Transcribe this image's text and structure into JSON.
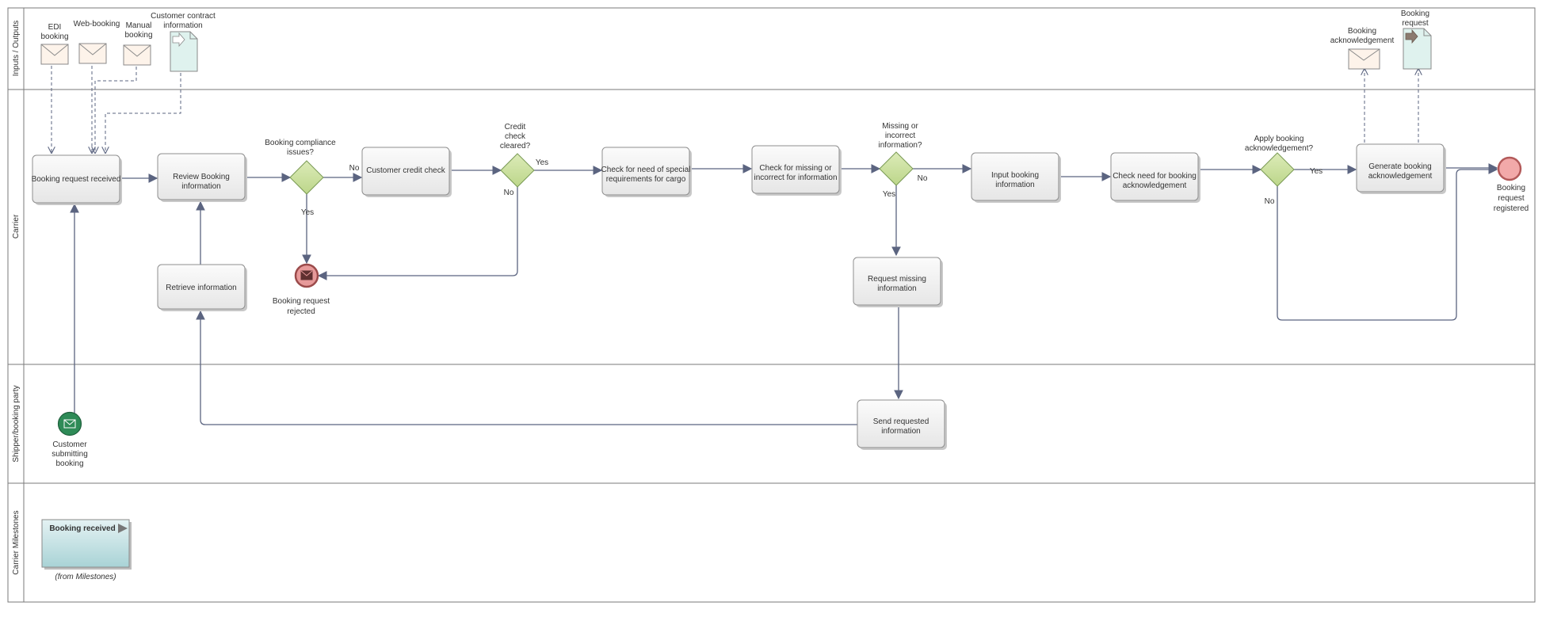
{
  "lanes": {
    "io": "Inputs / Outputs",
    "carrier": "Carrier",
    "shipper": "Shipper/booking party",
    "milestones": "Carrier Milestones"
  },
  "inputs": {
    "edi": [
      "EDI",
      "booking"
    ],
    "web": [
      "Web-booking"
    ],
    "manual": [
      "Manual",
      "booking"
    ],
    "contract": [
      "Customer contract",
      "information"
    ]
  },
  "outputs": {
    "ack": [
      "Booking",
      "acknowledgement"
    ],
    "request": [
      "Booking",
      "request"
    ]
  },
  "tasks": {
    "received": [
      "Booking request received"
    ],
    "review": [
      "Review Booking",
      "information"
    ],
    "retrieve": [
      "Retrieve information"
    ],
    "credit": [
      "Customer credit check"
    ],
    "special": [
      "Check for need of special",
      "requirements for cargo"
    ],
    "missing": [
      "Check for missing or",
      "incorrect for information"
    ],
    "input": [
      "Input booking",
      "information"
    ],
    "need_ack": [
      "Check need for booking",
      "acknowledgement"
    ],
    "generate": [
      "Generate booking",
      "acknowledgement"
    ],
    "request_missing": [
      "Request missing",
      "information"
    ],
    "send": [
      "Send requested",
      "information"
    ]
  },
  "gateways": {
    "compliance": [
      "Booking compliance",
      "issues?"
    ],
    "credit": [
      "Credit",
      "check",
      "cleared?"
    ],
    "missing": [
      "Missing or",
      "incorrect",
      "information?"
    ],
    "apply_ack": [
      "Apply booking",
      "acknowledgement?"
    ]
  },
  "flow_labels": {
    "compliance_no": "No",
    "compliance_yes": "Yes",
    "credit_yes": "Yes",
    "credit_no": "No",
    "missing_no": "No",
    "missing_yes": "Yes",
    "apply_yes": "Yes",
    "apply_no": "No"
  },
  "events": {
    "start": [
      "Customer",
      "submitting",
      "booking"
    ],
    "rejected": [
      "Booking request",
      "rejected"
    ],
    "registered": [
      "Booking",
      "request",
      "registered"
    ]
  },
  "milestone": {
    "title": "Booking received",
    "source": "(from Milestones)"
  },
  "colors": {
    "flow": "#5b6480",
    "lane_border": "#7a7a7a",
    "gateway": "#c9df9c",
    "start_event": "#2e8b57",
    "end_event": "#e79a9a",
    "document": "#dff2ee",
    "envelope": "#fdf3ea",
    "milestone": "#bfe0e2"
  }
}
